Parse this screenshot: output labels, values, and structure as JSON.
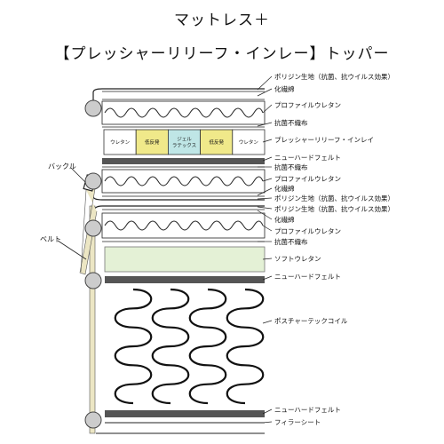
{
  "title": {
    "line1": "マットレス＋",
    "line2": "【プレッシャーリリーフ・インレー】トッパー"
  },
  "side_labels": {
    "buckle": "バックル",
    "belt": "ベルト"
  },
  "inlay": {
    "cells": [
      "ウレタン",
      "低反発",
      "ジェル\nラテックス",
      "低反発",
      "ウレタン"
    ],
    "colors": [
      "#ffffff",
      "#f0e98a",
      "#bfe6e6",
      "#f0e98a",
      "#ffffff"
    ]
  },
  "layer_labels": [
    "ポリジン生地（抗菌、抗ウイルス効果）",
    "化繊綿",
    "プロファイルウレタン",
    "抗菌不織布",
    "プレッシャーリリーフ・インレイ",
    "ニューハードフェルト",
    "抗菌不織布",
    "プロファイルウレタン",
    "化繊綿",
    "ポリジン生地（抗菌、抗ウイルス効果）",
    "ポリジン生地（抗菌、抗ウイルス効果）",
    "化繊綿",
    "プロファイルウレタン",
    "抗菌不織布",
    "ソフトウレタン",
    "ニューハードフェルト",
    "ポスチャーテックコイル",
    "ニューハードフェルト",
    "フィラーシート"
  ],
  "colors": {
    "felt": "#555555",
    "soft_urethane": "#e4f1d6",
    "circle_fill": "#cccccc",
    "belt": "#ece6c4"
  }
}
